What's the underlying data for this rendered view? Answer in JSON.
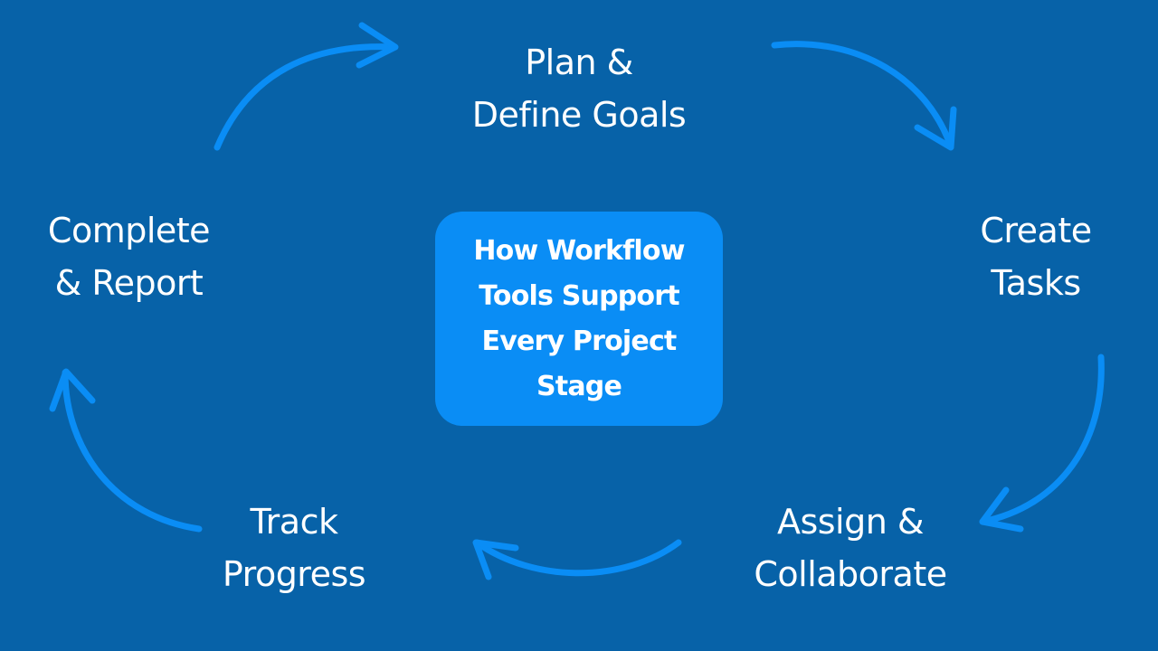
{
  "colors": {
    "background": "#0762a8",
    "accent": "#0a8df5",
    "text": "#ffffff"
  },
  "center": {
    "lines": [
      "How Workflow",
      "Tools Support",
      "Every Project",
      "Stage"
    ]
  },
  "stages": {
    "plan": {
      "line1": "Plan &",
      "line2": "Define Goals"
    },
    "create": {
      "line1": "Create",
      "line2": "Tasks"
    },
    "assign": {
      "line1": "Assign &",
      "line2": "Collaborate"
    },
    "track": {
      "line1": "Track",
      "line2": "Progress"
    },
    "complete": {
      "line1": "Complete",
      "line2": "& Report"
    }
  },
  "arrows": [
    "curved-arrow-icon",
    "curved-arrow-icon",
    "curved-arrow-icon",
    "curved-arrow-icon",
    "curved-arrow-icon"
  ]
}
